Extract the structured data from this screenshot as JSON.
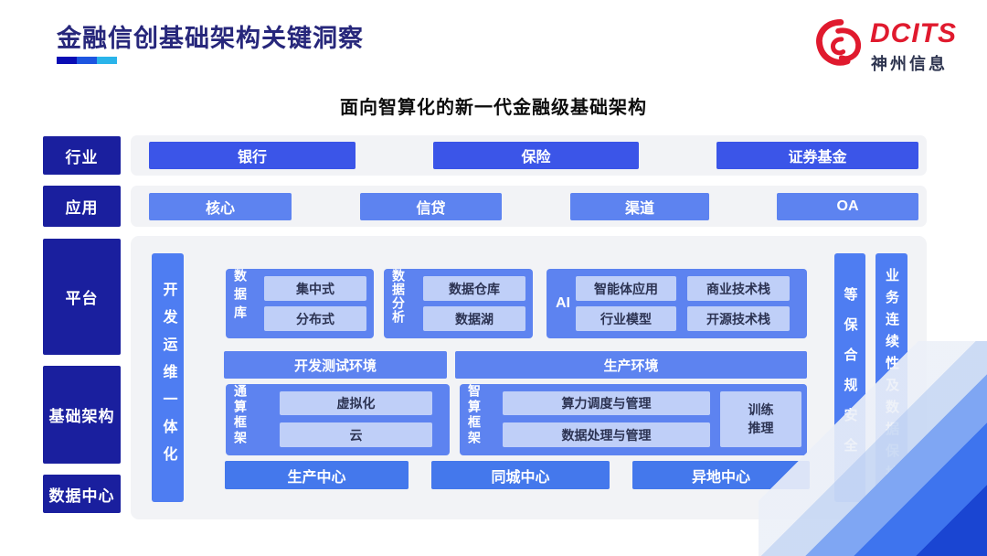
{
  "header": {
    "title": "金融信创基础架构关键洞察",
    "subtitle": "面向智算化的新一代金融级基础架构",
    "logo": {
      "brand": "DCITS",
      "company": "神州信息"
    }
  },
  "colors": {
    "title_navy": "#27277b",
    "layer_deep_blue": "#1a1f9e",
    "industry_royal_blue": "#3b55e8",
    "panel_medium_blue": "#5d83f0",
    "bar_blue": "#4e7df2",
    "item_light_blue": "#bfcff8",
    "center_blue": "#4478ec",
    "brand_red": "#e01a2e",
    "band_gray": "#f2f3f6",
    "underline_segments": [
      "#0a0db4",
      "#1d55e0",
      "#2ab4ea"
    ]
  },
  "layers": [
    {
      "label": "行业"
    },
    {
      "label": "应用"
    },
    {
      "label": "平台"
    },
    {
      "label": "基础架构"
    },
    {
      "label": "数据中心"
    }
  ],
  "industry_row": [
    {
      "label": "银行"
    },
    {
      "label": "保险"
    },
    {
      "label": "证券基金"
    }
  ],
  "application_row": [
    {
      "label": "核心"
    },
    {
      "label": "信贷"
    },
    {
      "label": "渠道"
    },
    {
      "label": "OA"
    }
  ],
  "platform": {
    "devops_bar": "开发运维一体化",
    "security_bar": "等保合规安全",
    "continuity_bar": "业务连续性及数据保护",
    "database_group": {
      "label": "数据库",
      "items": [
        "集中式",
        "分布式"
      ]
    },
    "analytics_group": {
      "label": "数据分析",
      "items": [
        "数据仓库",
        "数据湖"
      ]
    },
    "ai_group": {
      "label": "AI",
      "apps": [
        "智能体应用",
        "行业模型"
      ],
      "stacks": [
        "商业技术栈",
        "开源技术栈"
      ]
    },
    "environments": [
      "开发测试环境",
      "生产环境"
    ],
    "general_compute_group": {
      "label": "通算框架",
      "items": [
        "虚拟化",
        "云"
      ]
    },
    "ai_compute_group": {
      "label": "智算框架",
      "items": [
        "算力调度与管理",
        "数据处理与管理"
      ],
      "training": [
        "训练",
        "推理"
      ]
    },
    "data_centers": [
      "生产中心",
      "同城中心",
      "异地中心"
    ]
  }
}
